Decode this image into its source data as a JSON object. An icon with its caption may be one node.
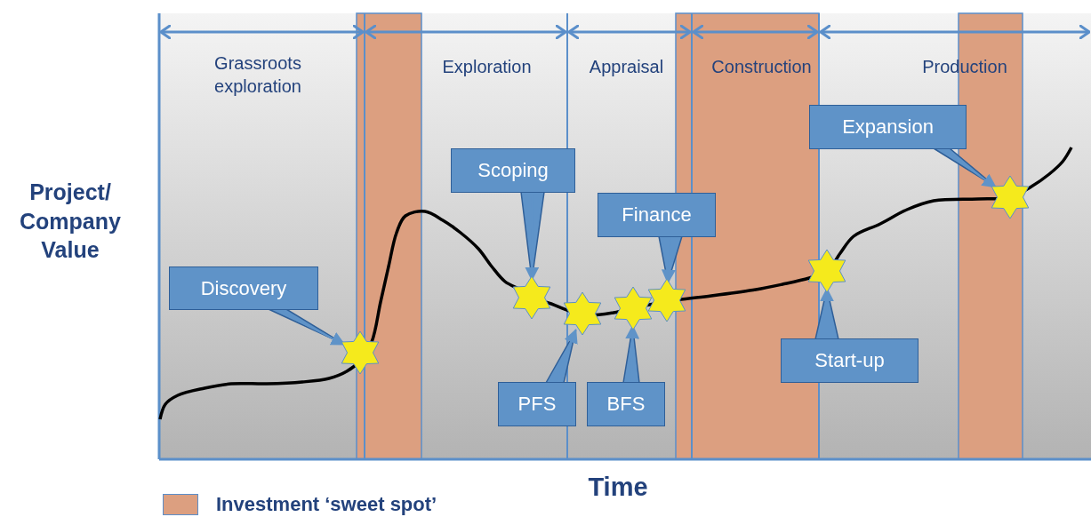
{
  "diagram": {
    "nodes": [
      {
        "text": [
          "Expansion"
        ]
      },
      {
        "text": [
          "Scoping"
        ]
      },
      {
        "text": [
          "Finance"
        ]
      },
      {
        "text": [
          "Discovery"
        ]
      },
      {
        "text": [
          "Start-up"
        ]
      },
      {
        "text": [
          "PFS"
        ]
      },
      {
        "text": [
          "BFS"
        ]
      },
      {
        "text": [],
        "shape": "star"
      },
      {
        "text": [],
        "shape": "star"
      },
      {
        "text": [],
        "shape": "star"
      },
      {
        "text": [],
        "shape": "star"
      },
      {
        "text": [],
        "shape": "star"
      },
      {
        "text": [],
        "shape": "star"
      },
      {
        "text": [],
        "shape": "star"
      }
    ],
    "edges": [
      {
        "from": 3,
        "to": 7,
        "arrow": "to"
      },
      {
        "from": 1,
        "to": 8,
        "arrow": "to"
      },
      {
        "from": 5,
        "to": 9,
        "arrow": "to"
      },
      {
        "from": 6,
        "to": 10,
        "arrow": "to"
      },
      {
        "from": 2,
        "to": 11,
        "arrow": "to"
      },
      {
        "from": 4,
        "to": 12,
        "arrow": "to"
      },
      {
        "from": 0,
        "to": 13,
        "arrow": "to"
      }
    ],
    "labels": [
      "Grassroots exploration",
      "Exploration",
      "Appraisal",
      "Construction",
      "Production",
      "Project/ Company Value",
      "Time"
    ],
    "legend": [
      {
        "text": "Investment ‘sweet spot’",
        "color": "#dc9f80"
      }
    ]
  }
}
